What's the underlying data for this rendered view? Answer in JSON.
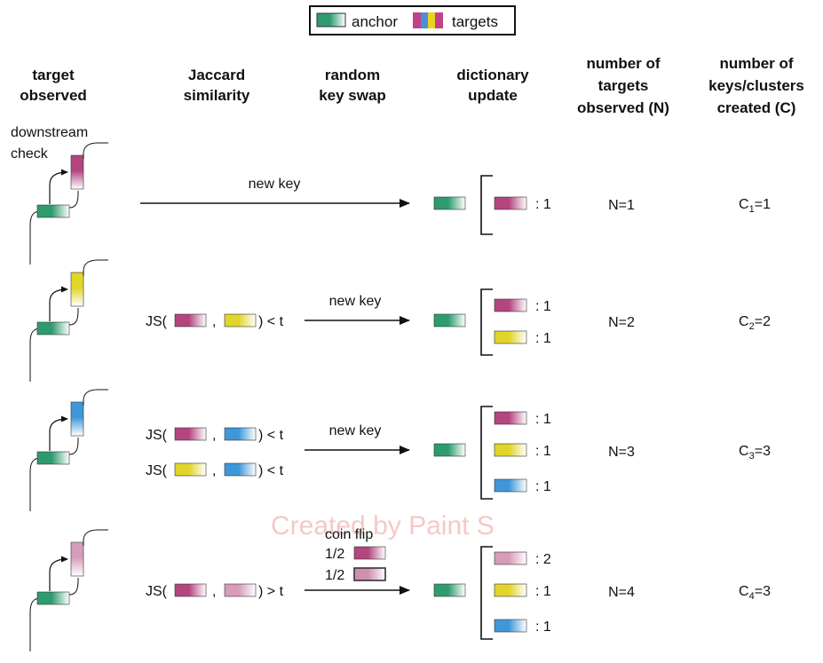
{
  "legend": {
    "anchor_label": "anchor",
    "targets_label": "targets"
  },
  "headers": {
    "target_observed": [
      "target",
      "observed"
    ],
    "jaccard": [
      "Jaccard",
      "similarity"
    ],
    "swap": [
      "random",
      "key swap"
    ],
    "dict": [
      "dictionary",
      "update"
    ],
    "n": [
      "number of",
      "targets",
      "observed (N)"
    ],
    "c": [
      "number of",
      "keys/clusters",
      "created (C)"
    ]
  },
  "downstream_check": [
    "downstream",
    "check"
  ],
  "rows": [
    {
      "target": "magenta",
      "comparisons": [],
      "arrow_label": "new key",
      "dict_entries": [
        {
          "color": "magenta",
          "count": ": 1"
        }
      ],
      "n": "N=1",
      "c_main": "C",
      "c_sub": "1",
      "c_rest": "=1"
    },
    {
      "target": "yellow",
      "comparisons": [
        {
          "a": "magenta",
          "b": "yellow",
          "op": ") < t"
        }
      ],
      "arrow_label": "new key",
      "dict_entries": [
        {
          "color": "magenta",
          "count": ": 1"
        },
        {
          "color": "yellow",
          "count": ": 1"
        }
      ],
      "n": "N=2",
      "c_main": "C",
      "c_sub": "2",
      "c_rest": "=2"
    },
    {
      "target": "blue",
      "comparisons": [
        {
          "a": "magenta",
          "b": "blue",
          "op": ") < t"
        },
        {
          "a": "yellow",
          "b": "blue",
          "op": ") < t"
        }
      ],
      "arrow_label": "new key",
      "dict_entries": [
        {
          "color": "magenta",
          "count": ": 1"
        },
        {
          "color": "yellow",
          "count": ": 1"
        },
        {
          "color": "blue",
          "count": ": 1"
        }
      ],
      "n": "N=3",
      "c_main": "C",
      "c_sub": "3",
      "c_rest": "=3"
    },
    {
      "target": "pink",
      "comparisons": [
        {
          "a": "magenta",
          "b": "pink",
          "op": ") > t"
        }
      ],
      "coin_flip": {
        "label": "coin flip",
        "options": [
          {
            "prob": "1/2",
            "color": "magenta"
          },
          {
            "prob": "1/2",
            "color": "pink_outlined"
          }
        ]
      },
      "arrow_label": "",
      "dict_entries": [
        {
          "color": "pink",
          "count": ": 2"
        },
        {
          "color": "yellow",
          "count": ": 1"
        },
        {
          "color": "blue",
          "count": ": 1"
        }
      ],
      "n": "N=4",
      "c_main": "C",
      "c_sub": "4",
      "c_rest": "=3"
    }
  ],
  "js_prefix": "JS(",
  "comma": ",",
  "watermark": "Created by Paint S",
  "colors": {
    "anchor": "#2e9b6e",
    "magenta": "#b3457f",
    "yellow": "#e1d52a",
    "blue": "#3f97d9",
    "pink": "#d79cbc",
    "pink_outlined": "#cf8fb3",
    "legend_pink": "#c2428a",
    "legend_blue": "#4b8fd6",
    "legend_yellow": "#e8d320",
    "line": "#111111"
  }
}
